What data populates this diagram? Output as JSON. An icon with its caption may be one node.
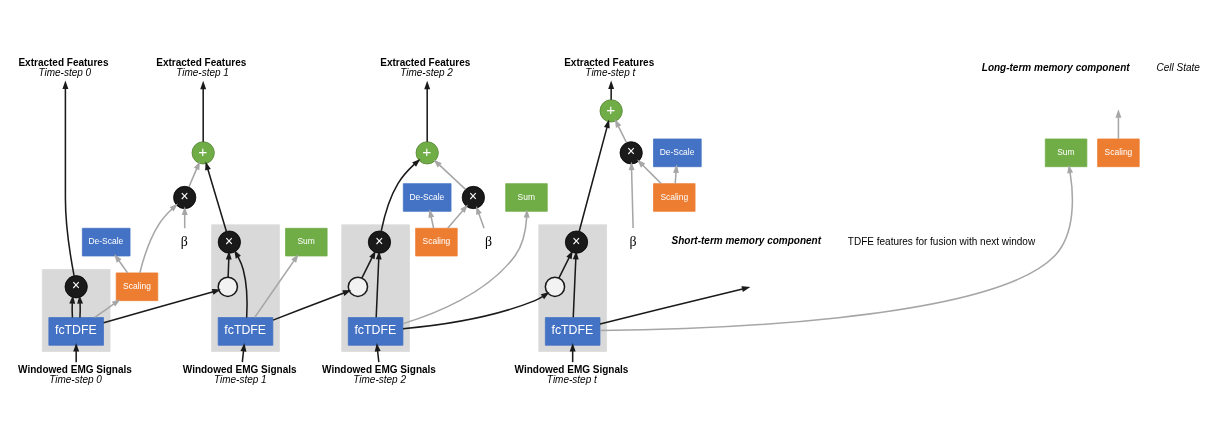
{
  "diagram": {
    "nodes": [
      {
        "text": [],
        "shape": "box"
      },
      {
        "text": [
          "Extracted Features",
          "Time-step 0"
        ]
      },
      {
        "text": [
          "×"
        ],
        "in": 0
      },
      {
        "text": [
          "fcTDFE"
        ],
        "in": 0
      },
      {
        "text": [
          "Windowed EMG Signals",
          "Time-step 0"
        ]
      },
      {
        "text": [
          "Scaling"
        ]
      },
      {
        "text": [],
        "shape": "box"
      },
      {
        "text": [
          "Extracted Features",
          "Time-step 1"
        ]
      },
      {
        "text": [
          "β"
        ]
      },
      {
        "text": [
          "×"
        ]
      },
      {
        "text": [
          "+"
        ]
      },
      {
        "text": [
          "De-Scale"
        ]
      },
      {
        "text": [
          "Sum"
        ]
      },
      {
        "text": [
          "Scaling"
        ]
      },
      {
        "text": [
          "×"
        ],
        "in": 6
      },
      {
        "text": [],
        "shape": "circle",
        "in": 6
      },
      {
        "text": [
          "fcTDFE"
        ],
        "in": 6
      },
      {
        "text": [
          "Windowed EMG Signals",
          "Time-step 1"
        ]
      },
      {
        "text": [],
        "shape": "box"
      },
      {
        "text": [
          "Extracted Features",
          "Time-step 2"
        ]
      },
      {
        "text": [
          "β"
        ]
      },
      {
        "text": [
          "×"
        ]
      },
      {
        "text": [
          "+"
        ]
      },
      {
        "text": [
          "De-Scale"
        ]
      },
      {
        "text": [
          "Sum"
        ]
      },
      {
        "text": [
          "Scaling"
        ]
      },
      {
        "text": [
          "×"
        ],
        "in": 18
      },
      {
        "text": [],
        "shape": "circle",
        "in": 18
      },
      {
        "text": [
          "fcTDFE"
        ],
        "in": 18
      },
      {
        "text": [
          "Windowed EMG Signals",
          "Time-step 2"
        ]
      },
      {
        "text": [],
        "shape": "box"
      },
      {
        "text": [
          "Extracted Features",
          "Time-step t"
        ]
      },
      {
        "text": [
          "β"
        ]
      },
      {
        "text": [
          "×"
        ]
      },
      {
        "text": [
          "+"
        ]
      },
      {
        "text": [
          "De-Scale"
        ]
      },
      {
        "text": [
          "Sum"
        ]
      },
      {
        "text": [
          "Scaling"
        ]
      },
      {
        "text": [
          "×"
        ],
        "in": 30
      },
      {
        "text": [],
        "shape": "circle",
        "in": 30
      },
      {
        "text": [
          "fcTDFE"
        ],
        "in": 30
      },
      {
        "text": [
          "Windowed EMG Signals",
          "Time-step t"
        ]
      }
    ],
    "edges": [
      {
        "from": 4,
        "to": 3,
        "arrow": "to"
      },
      {
        "from": 3,
        "to": 2,
        "arrow": "to"
      },
      {
        "from": 2,
        "to": 1,
        "arrow": "to"
      },
      {
        "from": 3,
        "to": 2,
        "arrow": "to"
      },
      {
        "from": 3,
        "to": 5,
        "arrow": "to",
        "color": "#a6a6a6"
      },
      {
        "from": 3,
        "to": 15,
        "arrow": "to"
      },
      {
        "from": 5,
        "to": 11,
        "arrow": "to",
        "color": "#a6a6a6"
      },
      {
        "from": 5,
        "to": 9,
        "arrow": "to",
        "color": "#a6a6a6"
      },
      {
        "from": 8,
        "to": 9,
        "arrow": "to",
        "color": "#a6a6a6"
      },
      {
        "from": 9,
        "to": 10,
        "arrow": "to",
        "color": "#a6a6a6"
      },
      {
        "from": 14,
        "to": 10,
        "arrow": "to"
      },
      {
        "from": 10,
        "to": 7,
        "arrow": "to"
      },
      {
        "from": 17,
        "to": 16,
        "arrow": "to"
      },
      {
        "from": 16,
        "to": 14,
        "arrow": "to"
      },
      {
        "from": 15,
        "to": 14,
        "arrow": "to"
      },
      {
        "from": 16,
        "to": 12,
        "arrow": "to",
        "color": "#a6a6a6"
      },
      {
        "from": 16,
        "to": 27,
        "arrow": "to"
      },
      {
        "from": 13,
        "to": 23,
        "arrow": "to",
        "color": "#a6a6a6"
      },
      {
        "from": 13,
        "to": 21,
        "arrow": "to",
        "color": "#a6a6a6"
      },
      {
        "from": 20,
        "to": 21,
        "arrow": "to",
        "color": "#a6a6a6"
      },
      {
        "from": 21,
        "to": 22,
        "arrow": "to",
        "color": "#a6a6a6"
      },
      {
        "from": 26,
        "to": 22,
        "arrow": "to"
      },
      {
        "from": 22,
        "to": 19,
        "arrow": "to"
      },
      {
        "from": 29,
        "to": 28,
        "arrow": "to"
      },
      {
        "from": 28,
        "to": 26,
        "arrow": "to"
      },
      {
        "from": 27,
        "to": 26,
        "arrow": "to"
      },
      {
        "from": 28,
        "to": 24,
        "arrow": "to",
        "color": "#a6a6a6"
      },
      {
        "from": 28,
        "to": 39,
        "arrow": "to"
      },
      {
        "from": 25,
        "to": 35,
        "arrow": "to",
        "color": "#a6a6a6"
      },
      {
        "from": 25,
        "to": 33,
        "arrow": "to",
        "color": "#a6a6a6"
      },
      {
        "from": 32,
        "to": 33,
        "arrow": "to",
        "color": "#a6a6a6"
      },
      {
        "from": 33,
        "to": 34,
        "arrow": "to",
        "color": "#a6a6a6"
      },
      {
        "from": 38,
        "to": 34,
        "arrow": "to"
      },
      {
        "from": 34,
        "to": 31,
        "arrow": "to"
      },
      {
        "from": 41,
        "to": 40,
        "arrow": "to"
      },
      {
        "from": 40,
        "to": 38,
        "arrow": "to"
      },
      {
        "from": 39,
        "to": 38,
        "arrow": "to"
      },
      {
        "from": 40,
        "to": 36,
        "arrow": "to",
        "color": "#a6a6a6"
      },
      {
        "from": 37,
        "to": null,
        "arrow": "to",
        "color": "#a6a6a6"
      },
      {
        "from": 40,
        "to": null,
        "arrow": "to"
      }
    ],
    "labels": [
      "Long-term memory component",
      "Cell State",
      "Short-term memory component",
      "TDFE features for fusion with next window"
    ]
  }
}
